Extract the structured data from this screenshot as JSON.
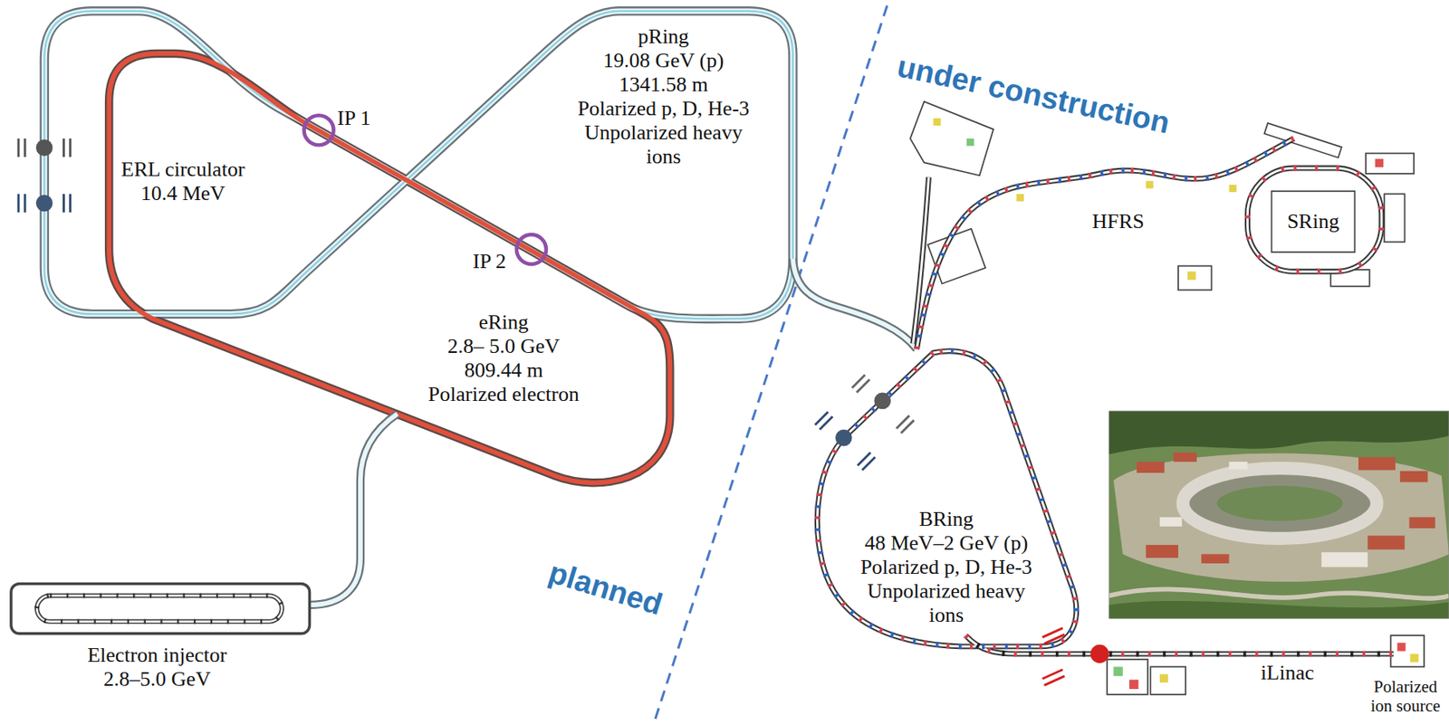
{
  "diagram": {
    "nodes": [
      {
        "text": [
          "ERL circulator",
          "10.4 MeV"
        ]
      },
      {
        "text": [
          "pRing",
          "19.08 GeV (p)",
          "1341.58 m",
          "Polarized p, D, He-3",
          "Unpolarized heavy ions"
        ]
      },
      {
        "text": [
          "eRing",
          "2.8– 5.0 GeV",
          "809.44 m",
          "Polarized electron"
        ]
      },
      {
        "text": [
          "Electron injector",
          "2.8–5.0 GeV"
        ]
      },
      {
        "text": [
          "BRing",
          "48 MeV–2 GeV (p)",
          "Polarized p, D, He-3",
          "Unpolarized heavy ions"
        ]
      },
      {
        "text": [
          "SRing"
        ]
      },
      {
        "text": [
          "Polarized ion source"
        ]
      }
    ],
    "labels": [
      "IP 1",
      "IP 2",
      "HFRS",
      "iLinac",
      "under construction",
      "planned"
    ]
  }
}
